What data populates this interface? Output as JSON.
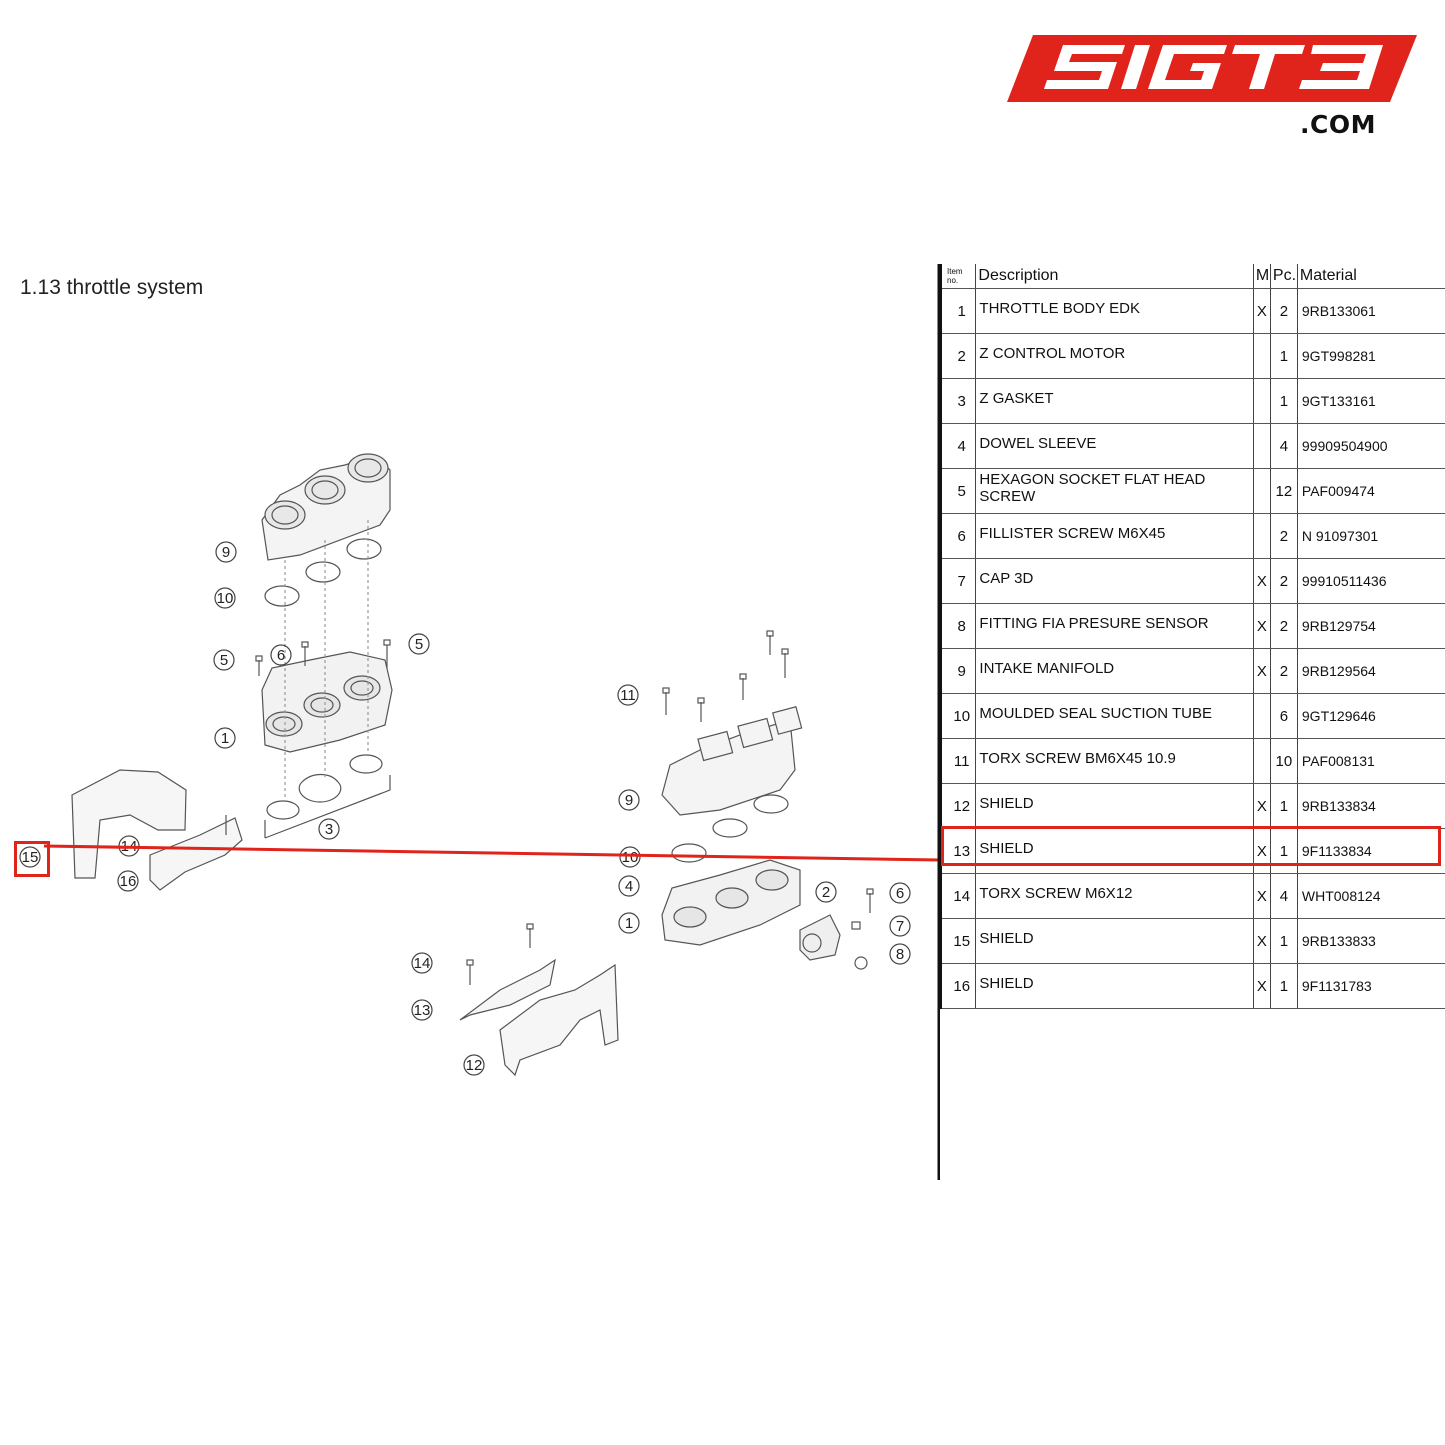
{
  "logo": {
    "text": "SIGT3",
    "domain": ".COM",
    "color": "#e0241b"
  },
  "section_title": "1.13  throttle system",
  "callouts": [
    {
      "n": "9"
    },
    {
      "n": "10"
    },
    {
      "n": "5"
    },
    {
      "n": "6"
    },
    {
      "n": "5"
    },
    {
      "n": "1"
    },
    {
      "n": "3"
    },
    {
      "n": "15"
    },
    {
      "n": "14"
    },
    {
      "n": "16"
    },
    {
      "n": "11"
    },
    {
      "n": "9"
    },
    {
      "n": "10"
    },
    {
      "n": "4"
    },
    {
      "n": "2"
    },
    {
      "n": "6"
    },
    {
      "n": "1"
    },
    {
      "n": "7"
    },
    {
      "n": "8"
    },
    {
      "n": "14"
    },
    {
      "n": "13"
    },
    {
      "n": "12"
    }
  ],
  "table": {
    "headers": {
      "item": "Item no.",
      "description": "Description",
      "m": "M",
      "pc": "Pc.",
      "material": "Material"
    },
    "rows": [
      {
        "item": "1",
        "description": "THROTTLE BODY EDK",
        "m": "X",
        "pc": "2",
        "material": "9RB133061"
      },
      {
        "item": "2",
        "description": "Z CONTROL MOTOR",
        "m": "",
        "pc": "1",
        "material": "9GT998281"
      },
      {
        "item": "3",
        "description": "Z GASKET",
        "m": "",
        "pc": "1",
        "material": "9GT133161"
      },
      {
        "item": "4",
        "description": "DOWEL SLEEVE",
        "m": "",
        "pc": "4",
        "material": "99909504900"
      },
      {
        "item": "5",
        "description": "HEXAGON SOCKET FLAT HEAD SCREW",
        "m": "",
        "pc": "12",
        "material": "PAF009474"
      },
      {
        "item": "6",
        "description": "FILLISTER SCREW M6X45",
        "m": "",
        "pc": "2",
        "material": "N 91097301"
      },
      {
        "item": "7",
        "description": "CAP 3D",
        "m": "X",
        "pc": "2",
        "material": "99910511436"
      },
      {
        "item": "8",
        "description": "FITTING FIA PRESURE SENSOR",
        "m": "X",
        "pc": "2",
        "material": "9RB129754"
      },
      {
        "item": "9",
        "description": "INTAKE MANIFOLD",
        "m": "X",
        "pc": "2",
        "material": "9RB129564"
      },
      {
        "item": "10",
        "description": "MOULDED SEAL SUCTION TUBE",
        "m": "",
        "pc": "6",
        "material": "9GT129646"
      },
      {
        "item": "11",
        "description": "TORX SCREW BM6X45 10.9",
        "m": "",
        "pc": "10",
        "material": "PAF008131"
      },
      {
        "item": "12",
        "description": "SHIELD",
        "m": "X",
        "pc": "1",
        "material": "9RB133834"
      },
      {
        "item": "13",
        "description": "SHIELD",
        "m": "X",
        "pc": "1",
        "material": "9F1133834"
      },
      {
        "item": "14",
        "description": "TORX SCREW M6X12",
        "m": "X",
        "pc": "4",
        "material": "WHT008124"
      },
      {
        "item": "15",
        "description": "SHIELD",
        "m": "X",
        "pc": "1",
        "material": "9RB133833"
      },
      {
        "item": "16",
        "description": "SHIELD",
        "m": "X",
        "pc": "1",
        "material": "9F1131783"
      }
    ]
  },
  "highlight": {
    "item": "15",
    "color": "#e0241b"
  }
}
